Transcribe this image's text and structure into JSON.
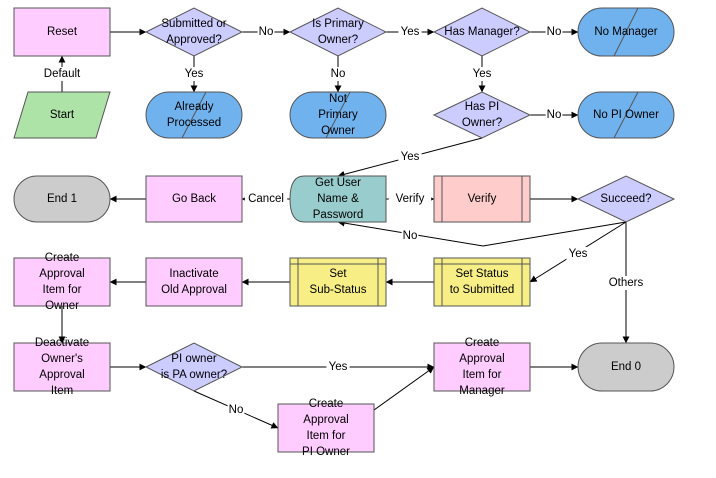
{
  "diagram": {
    "colors": {
      "process": "#ffccff",
      "decision": "#ccccff",
      "terminal_blue": "#6fb2ee",
      "terminal_gray": "#cccccc",
      "start": "#aee3a8",
      "input": "#99cccc",
      "subprocess_red": "#ffcccc",
      "subprocess_yellow": "#f7ef86",
      "stroke": "#555555",
      "edge": "#000000"
    },
    "nodes": [
      {
        "id": "reset",
        "shape": "process",
        "lines": [
          "Reset"
        ]
      },
      {
        "id": "start",
        "shape": "parallelogram",
        "lines": [
          "Start"
        ]
      },
      {
        "id": "submitted",
        "shape": "decision",
        "lines": [
          "Submitted or",
          "Approved?"
        ]
      },
      {
        "id": "primary_owner",
        "shape": "decision",
        "lines": [
          "Is Primary",
          "Owner?"
        ]
      },
      {
        "id": "has_manager",
        "shape": "decision",
        "lines": [
          "Has Manager?"
        ]
      },
      {
        "id": "no_manager",
        "shape": "terminal_blue",
        "slash": true,
        "lines": [
          "No Manager"
        ]
      },
      {
        "id": "already_processed",
        "shape": "terminal_blue",
        "slash": true,
        "lines": [
          "Already",
          "Processed"
        ]
      },
      {
        "id": "not_primary_owner",
        "shape": "terminal_blue",
        "slash": true,
        "lines": [
          "Not",
          "Primary",
          "Owner"
        ]
      },
      {
        "id": "has_pi_owner",
        "shape": "decision",
        "lines": [
          "Has PI",
          "Owner?"
        ]
      },
      {
        "id": "no_pi_owner",
        "shape": "terminal_blue",
        "slash": true,
        "lines": [
          "No PI Owner"
        ]
      },
      {
        "id": "end1",
        "shape": "terminal_gray",
        "lines": [
          "End 1"
        ]
      },
      {
        "id": "go_back",
        "shape": "process",
        "lines": [
          "Go Back"
        ]
      },
      {
        "id": "get_user",
        "shape": "input",
        "lines": [
          "Get User",
          "Name &",
          "Password"
        ]
      },
      {
        "id": "verify",
        "shape": "subprocess_red",
        "lines": [
          "Verify"
        ]
      },
      {
        "id": "succeed",
        "shape": "decision",
        "lines": [
          "Succeed?"
        ]
      },
      {
        "id": "create_owner",
        "shape": "process",
        "lines": [
          "Create",
          "Approval",
          "Item for",
          "Owner"
        ]
      },
      {
        "id": "inactivate",
        "shape": "process",
        "lines": [
          "Inactivate",
          "Old Approval"
        ]
      },
      {
        "id": "set_sub",
        "shape": "subprocess_yellow",
        "lines": [
          "Set",
          "Sub-Status"
        ]
      },
      {
        "id": "set_status",
        "shape": "subprocess_yellow",
        "lines": [
          "Set Status",
          "to Submitted"
        ]
      },
      {
        "id": "deactivate",
        "shape": "process",
        "lines": [
          "Deactivate",
          "Owner's",
          "Approval",
          "Item"
        ]
      },
      {
        "id": "pi_pa",
        "shape": "decision",
        "lines": [
          "PI owner",
          "is PA owner?"
        ]
      },
      {
        "id": "create_pi",
        "shape": "process",
        "lines": [
          "Create",
          "Approval",
          "Item for",
          "PI Owner"
        ]
      },
      {
        "id": "create_manager",
        "shape": "process",
        "lines": [
          "Create",
          "Approval",
          "Item for",
          "Manager"
        ]
      },
      {
        "id": "end0",
        "shape": "terminal_gray",
        "lines": [
          "End 0"
        ]
      }
    ],
    "edges": [
      {
        "id": "e_start_reset",
        "from": "start",
        "to": "reset",
        "label": "Default"
      },
      {
        "id": "e_reset_submitted",
        "from": "reset",
        "to": "submitted",
        "label": ""
      },
      {
        "id": "e_submitted_primary",
        "from": "submitted",
        "to": "primary_owner",
        "label": "No"
      },
      {
        "id": "e_primary_hasmgr",
        "from": "primary_owner",
        "to": "has_manager",
        "label": "Yes"
      },
      {
        "id": "e_hasmgr_nomgr",
        "from": "has_manager",
        "to": "no_manager",
        "label": "No"
      },
      {
        "id": "e_submitted_already",
        "from": "submitted",
        "to": "already_processed",
        "label": "Yes"
      },
      {
        "id": "e_primary_notprimary",
        "from": "primary_owner",
        "to": "not_primary_owner",
        "label": "No"
      },
      {
        "id": "e_hasmgr_haspi",
        "from": "has_manager",
        "to": "has_pi_owner",
        "label": "Yes"
      },
      {
        "id": "e_haspi_nopi",
        "from": "has_pi_owner",
        "to": "no_pi_owner",
        "label": "No"
      },
      {
        "id": "e_haspi_getuser",
        "from": "has_pi_owner",
        "to": "get_user",
        "label": "Yes"
      },
      {
        "id": "e_getuser_verify",
        "from": "get_user",
        "to": "verify",
        "label": "Verify"
      },
      {
        "id": "e_getuser_goback",
        "from": "get_user",
        "to": "go_back",
        "label": "Cancel"
      },
      {
        "id": "e_goback_end1",
        "from": "go_back",
        "to": "end1",
        "label": ""
      },
      {
        "id": "e_verify_succeed",
        "from": "verify",
        "to": "succeed",
        "label": ""
      },
      {
        "id": "e_succeed_getuser",
        "from": "succeed",
        "to": "get_user",
        "label": "No"
      },
      {
        "id": "e_succeed_setstatus",
        "from": "succeed",
        "to": "set_status",
        "label": "Yes"
      },
      {
        "id": "e_succeed_end0",
        "from": "succeed",
        "to": "end0",
        "label": "Others"
      },
      {
        "id": "e_setstatus_setsub",
        "from": "set_status",
        "to": "set_sub",
        "label": ""
      },
      {
        "id": "e_setsub_inactivate",
        "from": "set_sub",
        "to": "inactivate",
        "label": ""
      },
      {
        "id": "e_inactivate_createowner",
        "from": "inactivate",
        "to": "create_owner",
        "label": ""
      },
      {
        "id": "e_createowner_deactivate",
        "from": "create_owner",
        "to": "deactivate",
        "label": ""
      },
      {
        "id": "e_deactivate_pipa",
        "from": "deactivate",
        "to": "pi_pa",
        "label": ""
      },
      {
        "id": "e_pipa_createmgr",
        "from": "pi_pa",
        "to": "create_manager",
        "label": "Yes"
      },
      {
        "id": "e_pipa_createpi",
        "from": "pi_pa",
        "to": "create_pi",
        "label": "No"
      },
      {
        "id": "e_createpi_createmgr",
        "from": "create_pi",
        "to": "create_manager",
        "label": ""
      },
      {
        "id": "e_createmgr_end0",
        "from": "create_manager",
        "to": "end0",
        "label": ""
      }
    ]
  }
}
